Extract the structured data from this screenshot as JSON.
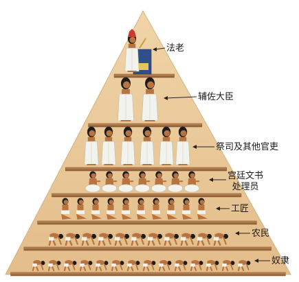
{
  "diagram": {
    "tiers": [
      {
        "label": "法老",
        "figures": 1
      },
      {
        "label": "辅佐大臣",
        "figures": 2
      },
      {
        "label": "祭司及其他官吏",
        "figures": 6
      },
      {
        "label_lines": [
          "宫廷文书",
          "处理员"
        ],
        "figures": 7
      },
      {
        "label": "工匠",
        "figures": 10
      },
      {
        "label": "农民",
        "figures": 11
      },
      {
        "label": "奴隶",
        "figures": 14
      }
    ],
    "colors": {
      "pyramid_fill": "#e8c79a",
      "pyramid_edge": "#d7b17c",
      "shelf": "#b07a4a",
      "shelf_dark": "#7b5230",
      "robe": "#f3f3ee",
      "skin": "#b8743f",
      "hair": "#1c1c1c",
      "arrow": "#222222"
    }
  }
}
